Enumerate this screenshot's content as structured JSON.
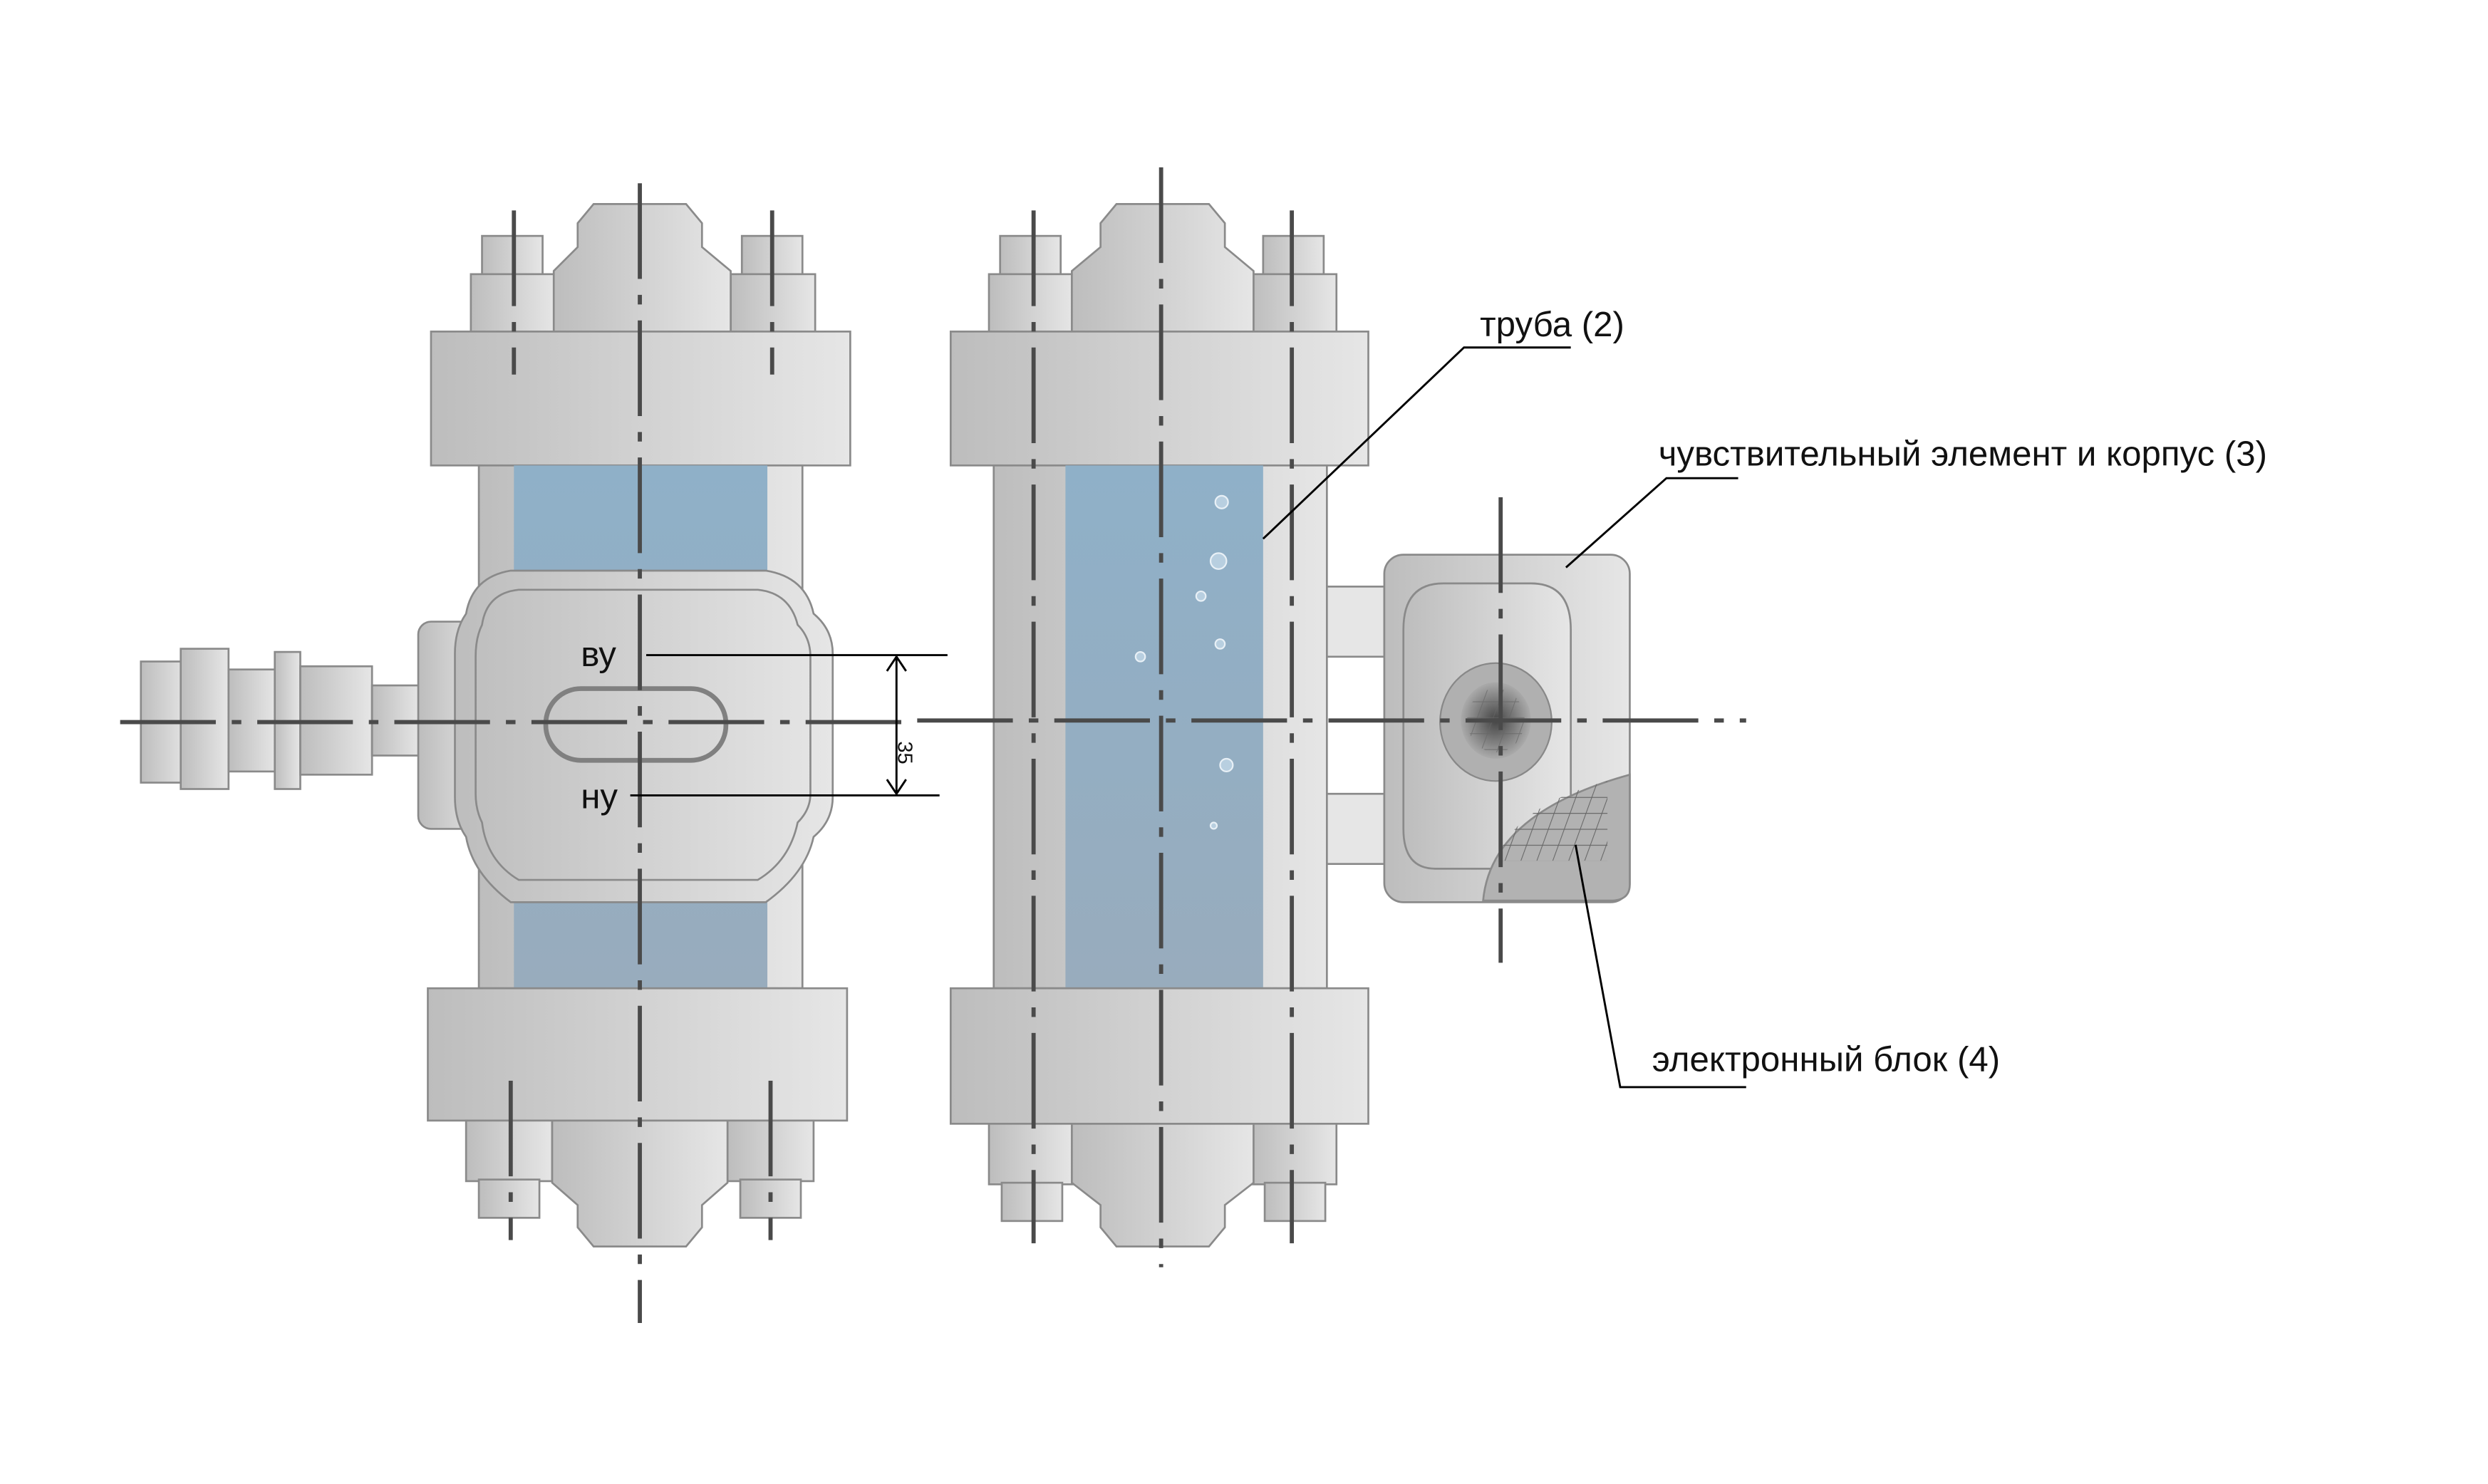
{
  "labels": {
    "pipe": "труба (2)",
    "sensor_housing": "чувствительный элемент и корпус (3)",
    "electronics": "электронный блок (4)",
    "upper_level": "ву",
    "lower_level": "ну",
    "dimension": "35"
  },
  "colors": {
    "metal": "#d4d4d4",
    "water": "#8fb0c8",
    "line": "#4a4a4a"
  }
}
